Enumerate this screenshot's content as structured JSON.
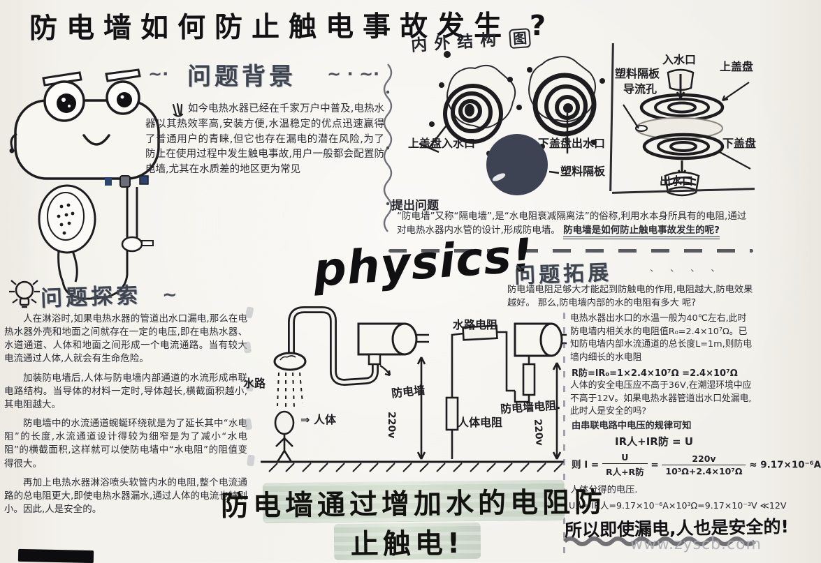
{
  "page": {
    "title": "防电墙如何防止触电事故发生 ?",
    "watermark": "www.zyscb.com",
    "physics_label": "physics!"
  },
  "decorations": {
    "bg_deco_left": "~·",
    "bg_deco_right": "~ · ~·",
    "explore_tail": "~",
    "extension_ticks": "、 、 、 、",
    "arrow_marks": "⇒"
  },
  "structure_diagram": {
    "heading": "内外结构",
    "heading_boxed": "图",
    "left_panel": {
      "top_disc_label": "上盖盘入水口",
      "bottom_disc_label": "下盖盘出水口",
      "plastic_label": "塑料隔板"
    },
    "right_panel": {
      "inlet_label": "入水口",
      "top_cover_label": "上盖盘",
      "guide_label_1": "塑料隔板",
      "guide_label_2": "导流孔",
      "bottom_cover_label": "下盖盘",
      "outlet_label": "出水口"
    }
  },
  "background_section": {
    "title": "问题背景",
    "body": "如今电热水器已经在千家万户中普及,电热水器以其热效率高,安装方便,水温稳定的优点迅速赢得了普通用户的青睐,但它也存在漏电的潜在风险,为了防止在使用过程中发生触电事故,用户一般都会配置防电墙,尤其在水质差的地区更为常见"
  },
  "question_section": {
    "title": "提出问题",
    "body": "“防电墙”又称“隔电墙”,是“水电阻衰减隔离法”的俗称,利用水本身所具有的电阻,通过对电热水器内水管的设计,形成防电墙。",
    "question": "防电墙是如何防止触电事故发生的呢?"
  },
  "explore_section": {
    "title": "问题探索",
    "p1": "人在淋浴时,如果电热水器的管道出水口漏电,那么在电热水器外壳和地面之间就存在一定的电压,即在电热水器、水道通道、人体和地面之间形成一个电流通路。当有较大电流通过人体,人就会有生命危险。",
    "p2": "加装防电墙后,人体与防电墙内部通道的水流形成串联电路结构。当导体的材料一定时,导体越长,横截面积越小,其电阻越大。",
    "p3": "防电墙中的水流通道蜿蜒环绕就是为了延长其中“水电阻”的长度,水流通道设计得较为细窄是为了减小“水电阻”的横截面积,这样就可以使防电墙中“水电阻”的阻值变得很大。",
    "p4": "再加上电热水器淋浴喷头软管内水的电阻,整个电流通路的总电阻更大,即使电热水器漏水,通过人体的电流也特别小。因此,人是安全的。"
  },
  "diagram": {
    "water_path_label": "水路",
    "body_label": "⇒ 人体",
    "wall_label": "防电墙",
    "voltage_left": "220v",
    "water_res_label": "水路电阻",
    "body_res_label": "人体电阻",
    "wall_res_label": "防电墙电阻.",
    "voltage_right": "220v"
  },
  "extension_section": {
    "title": "问题拓展",
    "intro": "防电墙电阻足够大才能起到防触电的作用,电阻越大,防电效果越好。 那么,防电墙内部的水的电阻有多大 呢?",
    "p2": "电热水器出水口的水温一般为40℃左右,此时防电墙内相关水的电阻值R₀=2.4×10⁷Ω。已知防电墙内部水流通道的总长度L=1m,则防电墙内细长的水电阻",
    "f1": "R防=lR₀=1×2.4×10⁷Ω =2.4×10⁷Ω",
    "p3": "人体的安全电压应不高于36V,在潮湿环境中应不高于12V。如果电热水器管道出水口处漏电,此时人是安全的吗?",
    "p4": "由串联电路中电压的规律可知",
    "f2": "IR人+IR防 = U",
    "f3_prefix": "则 I =",
    "f3_num1": "U",
    "f3_den1": "R人+R防",
    "f3_eq": "=",
    "f3_num2": "220v",
    "f3_den2": "10³Ω+2.4×10⁷Ω",
    "f3_result": "≈ 9.17×10⁻⁶A",
    "p5": "人体分得的电压.",
    "f4": "U人=IR人=9.17×10⁻⁶A×10³Ω=9.17×10⁻³V ≪12V",
    "conclusion": "所以即使漏电,人也是安全的!"
  },
  "banner": {
    "line1": "防电墙通过增加水的电阻防",
    "line2": "止触电!"
  }
}
